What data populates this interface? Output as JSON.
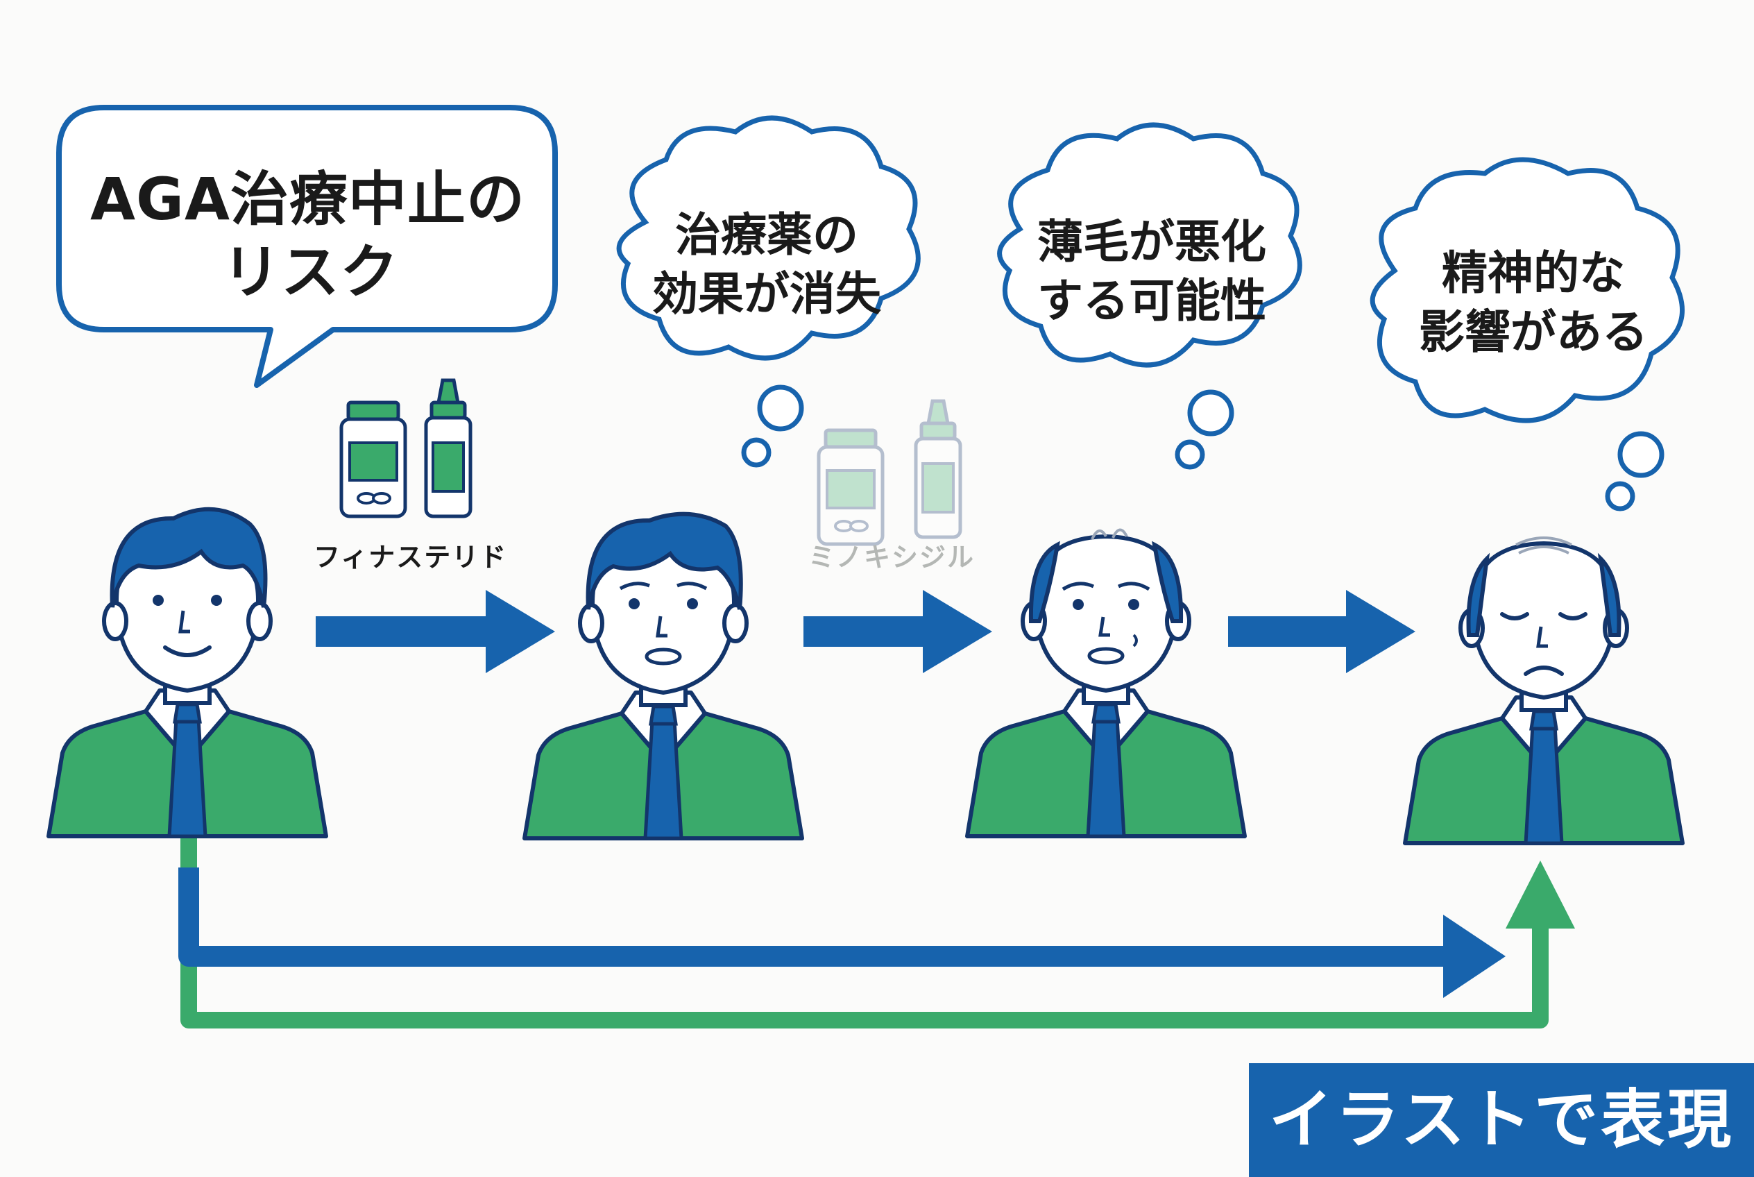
{
  "speech_bubble": {
    "line1": "AGA治療中止の",
    "line2": "リスク"
  },
  "thoughts": [
    {
      "line1": "治療薬の",
      "line2": "効果が消失"
    },
    {
      "line1": "薄毛が悪化",
      "line2": "する可能性"
    },
    {
      "line1": "精神的な",
      "line2": "影響がある"
    }
  ],
  "medications": [
    {
      "label": "フィナステリド",
      "state": "active"
    },
    {
      "label": "ミノキシジル",
      "state": "faded"
    }
  ],
  "caption": "イラストで表現",
  "colors": {
    "blue": "#1763ad",
    "green": "#3aaa6b",
    "navy": "#13356b"
  }
}
